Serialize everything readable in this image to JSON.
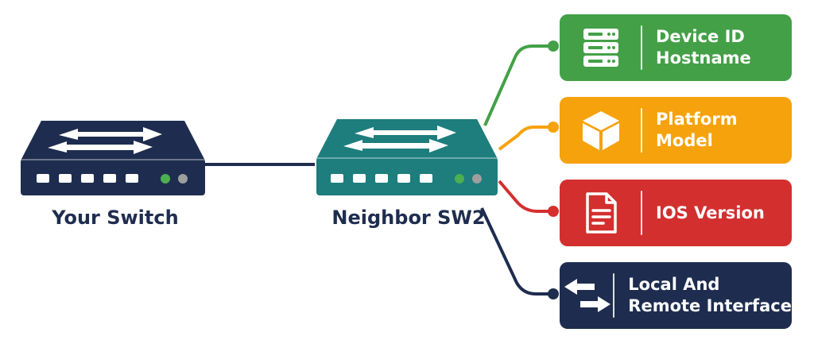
{
  "switches": {
    "local": {
      "label": "Your Switch",
      "color": "#1e2d4f"
    },
    "neighbor": {
      "label": "Neighbor SW2",
      "color": "#1e7d7d"
    }
  },
  "cards": [
    {
      "lines": [
        "Device ID",
        "Hostname"
      ],
      "color": "#43a047",
      "icon": "server-icon"
    },
    {
      "lines": [
        "Platform",
        "Model"
      ],
      "color": "#f6a20c",
      "icon": "cube-icon"
    },
    {
      "lines": [
        "IOS Version"
      ],
      "color": "#d32f2f",
      "icon": "document-icon"
    },
    {
      "lines": [
        "Local And",
        "Remote Interface"
      ],
      "color": "#1e2d4f",
      "icon": "swap-arrows-icon"
    }
  ],
  "colors": {
    "led_green": "#4caf50",
    "led_gray": "#9e9e9e",
    "link_line": "#1e2d4f"
  }
}
